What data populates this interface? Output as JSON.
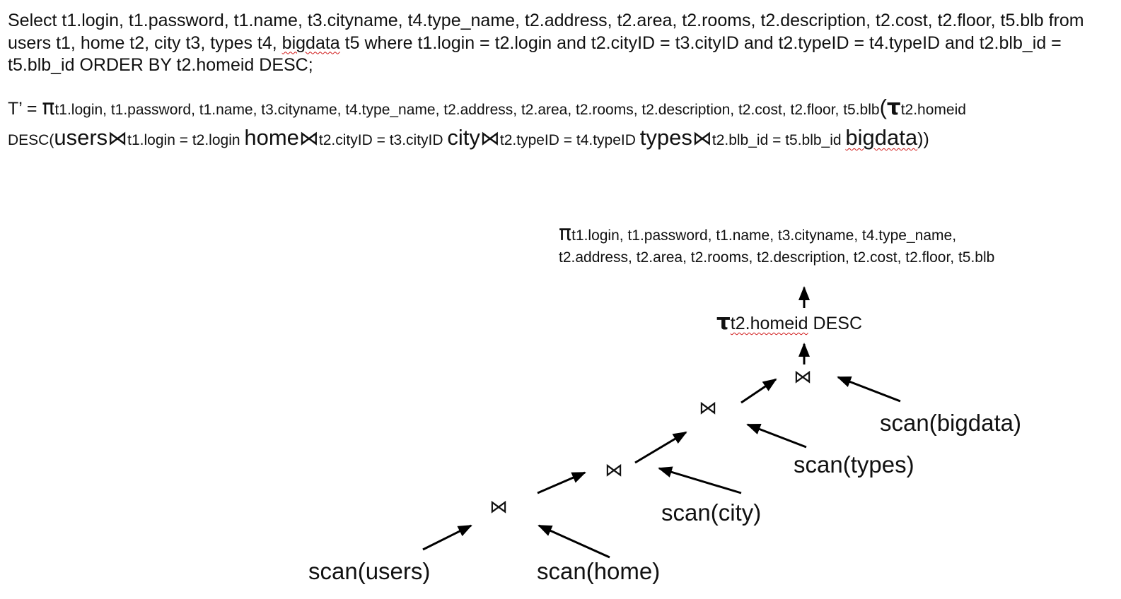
{
  "sql": {
    "select_kw": "Select",
    "columns": " t1.login, t1.password, t1.name, t3.cityname, t4.type_name, t2.address, t2.area, t2.rooms, t2.description, t2.cost, t2.floor, t5.blb",
    "from_part1": "from users t1, home t2, city t3, types t4, ",
    "bigdata_word": "bigdata",
    "from_part2": " t5 where t1.login = t2.login and t2.cityID = t3.cityID and t2.typeID = t4.typeID and",
    "line3": "t2.blb_id = t5.blb_id ORDER BY t2.homeid DESC;"
  },
  "relational_algebra": {
    "lhs": "T’ = ",
    "pi_symbol": "π",
    "projection_list": "t1.login, t1.password, t1.name, t3.cityname, t4.type_name, t2.address, t2.area, t2.rooms, t2.description, t2.cost, t2.floor, t5.blb",
    "open_paren": "(",
    "tau_symbol": "τ",
    "sort_attr": "t2.homeid",
    "sort_dir": "DESC",
    "open_paren2": "(",
    "rel_users": "users",
    "join_symbol": "⋈",
    "cond1": "t1.login = t2.login ",
    "rel_home": "home",
    "cond2": "t2.cityID = t3.cityID ",
    "rel_city": "city",
    "cond3": "t2.typeID = t4.typeID ",
    "rel_types": "types",
    "cond4": "t2.blb_id = t5.blb_id  ",
    "rel_bigdata": "bigdata",
    "close_parens": "))"
  },
  "tree": {
    "projection": {
      "pi_symbol": "π",
      "line1": "t1.login, t1.password, t1.name, t3.cityname, t4.type_name,",
      "line2": "t2.address, t2.area, t2.rooms, t2.description, t2.cost, t2.floor, t5.blb"
    },
    "sort": {
      "tau_symbol": "τ",
      "attr": "t2.homeid",
      "dir": " DESC"
    },
    "joins": [
      "⋈",
      "⋈",
      "⋈",
      "⋈"
    ],
    "scans": {
      "users": "scan(users)",
      "home": "scan(home)",
      "city": "scan(city)",
      "types": "scan(types)",
      "bigdata": "scan(bigdata)"
    }
  },
  "colors": {
    "text": "#111111",
    "spellcheck_underline": "#d01818",
    "background": "#ffffff"
  }
}
